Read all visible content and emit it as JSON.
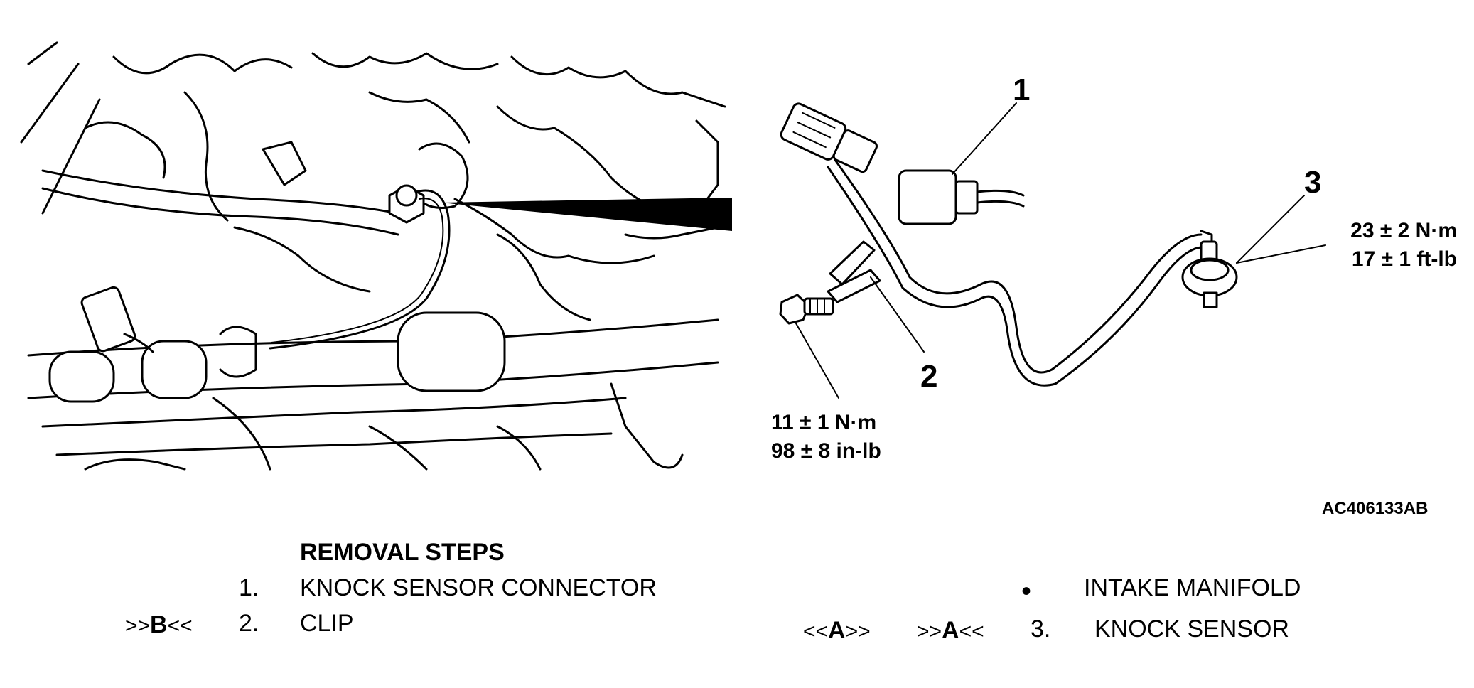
{
  "figure_id": "AC406133AB",
  "callouts": {
    "c1": "1",
    "c2": "2",
    "c3": "3"
  },
  "torque_knock_sensor": {
    "metric": "23 ± 2 N·m",
    "imperial": "17 ± 1 ft-lb"
  },
  "torque_clip_bolt": {
    "metric": "11 ± 1 N·m",
    "imperial": "98 ± 8 in-lb"
  },
  "removal": {
    "title": "REMOVAL STEPS",
    "steps": [
      {
        "code": "",
        "number": "1.",
        "label": "KNOCK SENSOR CONNECTOR"
      },
      {
        "code_prefix": ">>",
        "code_letter": "B",
        "code_suffix": "<<",
        "number": "2.",
        "label": "CLIP"
      }
    ],
    "right": [
      {
        "bullet": "•",
        "label": "INTAKE MANIFOLD"
      },
      {
        "install_prefix": "<<",
        "install_letter": "A",
        "install_suffix": ">>",
        "remove_prefix": ">>",
        "remove_letter": "A",
        "remove_suffix": "<<",
        "number": "3.",
        "label": "KNOCK SENSOR"
      }
    ]
  }
}
